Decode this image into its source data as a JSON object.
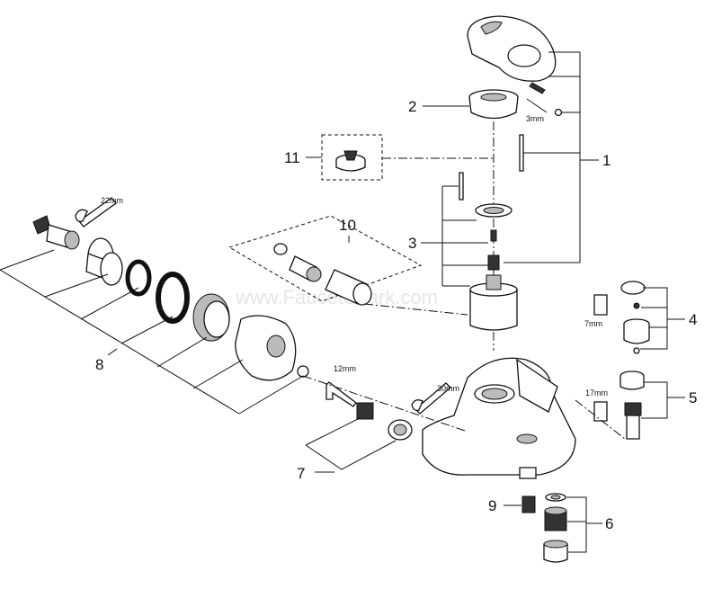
{
  "watermark": "www.FaucetShark.com",
  "callouts": {
    "c1": "1",
    "c2": "2",
    "c3": "3",
    "c4": "4",
    "c5": "5",
    "c6": "6",
    "c7": "7",
    "c8": "8",
    "c9": "9",
    "c10": "10",
    "c11": "11"
  },
  "tool_sizes": {
    "hex_3mm": "3mm",
    "wrench_22mm": "22mm",
    "hex_12mm": "12mm",
    "wrench_30mm": "30mm",
    "hex_7mm": "7mm",
    "hex_17mm": "17mm"
  }
}
